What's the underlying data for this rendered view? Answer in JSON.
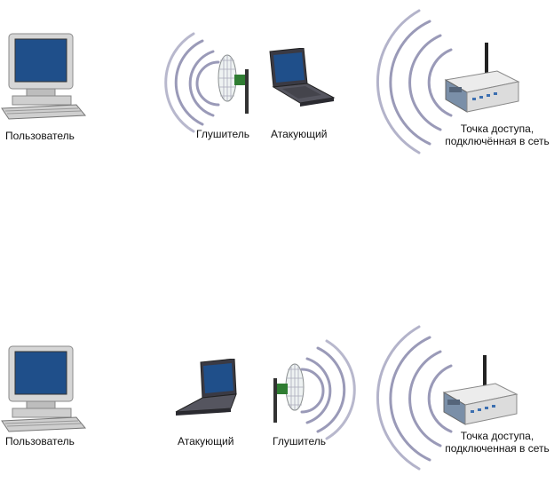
{
  "scene_top": {
    "user_label": "Пользователь",
    "jammer_label": "Глушитель",
    "attacker_label": "Атакующий",
    "ap_label_line1": "Точка доступа,",
    "ap_label_line2": "подключённая в сеть"
  },
  "scene_bottom": {
    "user_label": "Пользователь",
    "attacker_label": "Атакующий",
    "jammer_label": "Глушитель",
    "ap_label_line1": "Точка доступа,",
    "ap_label_line2": "подключенная в сеть"
  },
  "colors": {
    "wave": "#9a9ab8",
    "monitor_body": "#d8d8d8",
    "screen": "#1f4f8a",
    "laptop_body": "#3a3a44",
    "router_body": "#dcdcdc",
    "jammer_green": "#2f7d32"
  },
  "icons": [
    "desktop-computer-icon",
    "grid-antenna-icon",
    "laptop-icon",
    "wifi-router-icon"
  ]
}
